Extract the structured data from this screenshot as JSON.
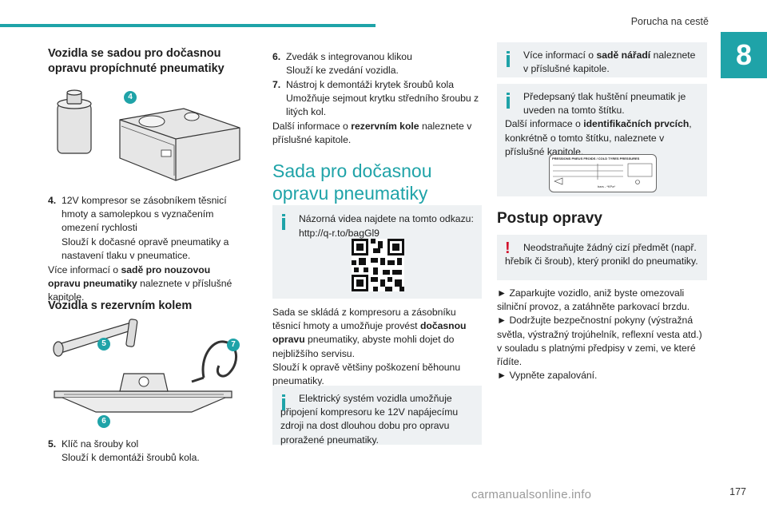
{
  "header": {
    "running_title": "Porucha na cestě",
    "chapter_number": "8",
    "page_number": "177",
    "watermark": "carmanualsonline.info"
  },
  "col1": {
    "heading1": "Vozidla se sadou pro dočasnou opravu propíchnuté pneumatiky",
    "figure1_badge": "4",
    "item4_num": "4.",
    "item4_lines": [
      "12V kompresor se zásobníkem těsnicí hmoty a samolepkou s vyznačením omezení rychlosti",
      "Slouží k dočasné opravě pneumatiky a nastavení tlaku v pneumatice."
    ],
    "para1_pre": "Více informací o ",
    "para1_bold": "sadě pro nouzovou opravu pneumatiky",
    "para1_post": " naleznete v příslušné kapitole.",
    "heading2": "Vozidla s rezervním kolem",
    "figure2_badges": [
      "5",
      "6",
      "7"
    ],
    "item5_num": "5.",
    "item5_lines": [
      "Klíč na šrouby kol",
      "Slouží k demontáži šroubů kola."
    ]
  },
  "col2": {
    "item6_num": "6.",
    "item6_lines": [
      "Zvedák s integrovanou klikou",
      "Slouží ke zvedání vozidla."
    ],
    "item7_num": "7.",
    "item7_lines": [
      "Nástroj k demontáži krytek šroubů kola",
      "Umožňuje sejmout krytku středního šroubu z litých kol."
    ],
    "para_pre": "Další informace o ",
    "para_bold": "rezervním kole",
    "para_post": " naleznete v příslušné kapitole.",
    "section_title_l1": "Sada pro dočasnou",
    "section_title_l2": "opravu pneumatiky",
    "note1_lines": [
      "Názorná videa najdete na tomto odkazu:",
      "http://q-r.to/bagGl9"
    ],
    "body_pre": "Sada se skládá z kompresoru a zásobníku těsnicí hmoty a umožňuje provést ",
    "body_bold": "dočasnou opravu",
    "body_post": " pneumatiky, abyste mohli dojet do nejbližšího servisu.",
    "body2": "Slouží k opravě většiny poškození běhounu pneumatiky.",
    "note2": "Elektrický systém vozidla umožňuje připojení kompresoru ke 12V napájecímu zdroji na dost dlouhou dobu pro opravu proražené pneumatiky."
  },
  "col3": {
    "note1_pre": "Více informací o ",
    "note1_bold": "sadě nářadí",
    "note1_post": " naleznete v příslušné kapitole.",
    "note2_first": "Předepsaný tlak huštění pneumatik je uveden na tomto štítku.",
    "note2_pre": "Další informace o ",
    "note2_bold": "identifikačních prvcích",
    "note2_post": ", konkrétně o tomto štítku, naleznete v příslušné kapitole.",
    "label_title": "PRESSIONS PNEUS FROIDS / COLD TYRES PRESSURES",
    "label_small": "bars - *KPa*",
    "heading": "Postup opravy",
    "warning": "Neodstraňujte žádný cizí předmět (např. hřebík či šroub), který pronikl do pneumatiky.",
    "steps": [
      "► Zaparkujte vozidlo, aniž byste omezovali silniční provoz, a zatáhněte parkovací brzdu.",
      "► Dodržujte bezpečnostní pokyny (výstražná světla, výstražný trojúhelník, reflexní vesta atd.) v souladu s platnými předpisy v zemi, ve které řídíte.",
      "► Vypněte zapalování."
    ]
  }
}
